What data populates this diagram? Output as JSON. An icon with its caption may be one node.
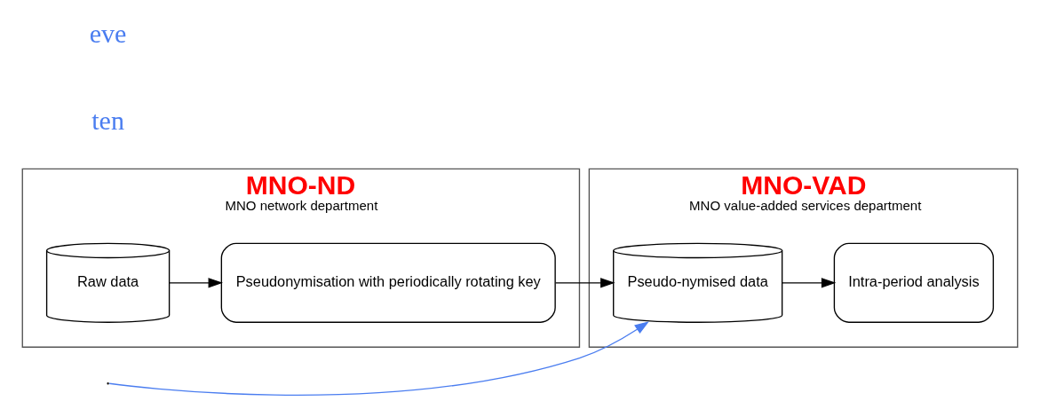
{
  "diagram": {
    "nodes": [
      {
        "text": [
          "MNO-ND",
          "MNO network department"
        ]
      },
      {
        "text": [
          "MNO-VAD",
          "MNO value-added services department"
        ]
      },
      {
        "text": [
          "Raw data"
        ],
        "in": 0
      },
      {
        "text": [
          "Pseudonymisation with periodically rotating key"
        ],
        "in": 0
      },
      {
        "text": [
          "Pseudo-nymised data"
        ],
        "in": 1
      },
      {
        "text": [
          "Intra-period analysis"
        ],
        "in": 1
      }
    ],
    "edges": [
      {
        "from": 2,
        "to": 3,
        "arrow": "to"
      },
      {
        "from": 3,
        "to": 4,
        "arrow": "to"
      },
      {
        "from": 4,
        "to": 5,
        "arrow": "to"
      },
      {
        "from": null,
        "to": 4,
        "arrow": "to",
        "color": "#4a7df0"
      }
    ],
    "labels": [
      "ten",
      "eve"
    ]
  }
}
